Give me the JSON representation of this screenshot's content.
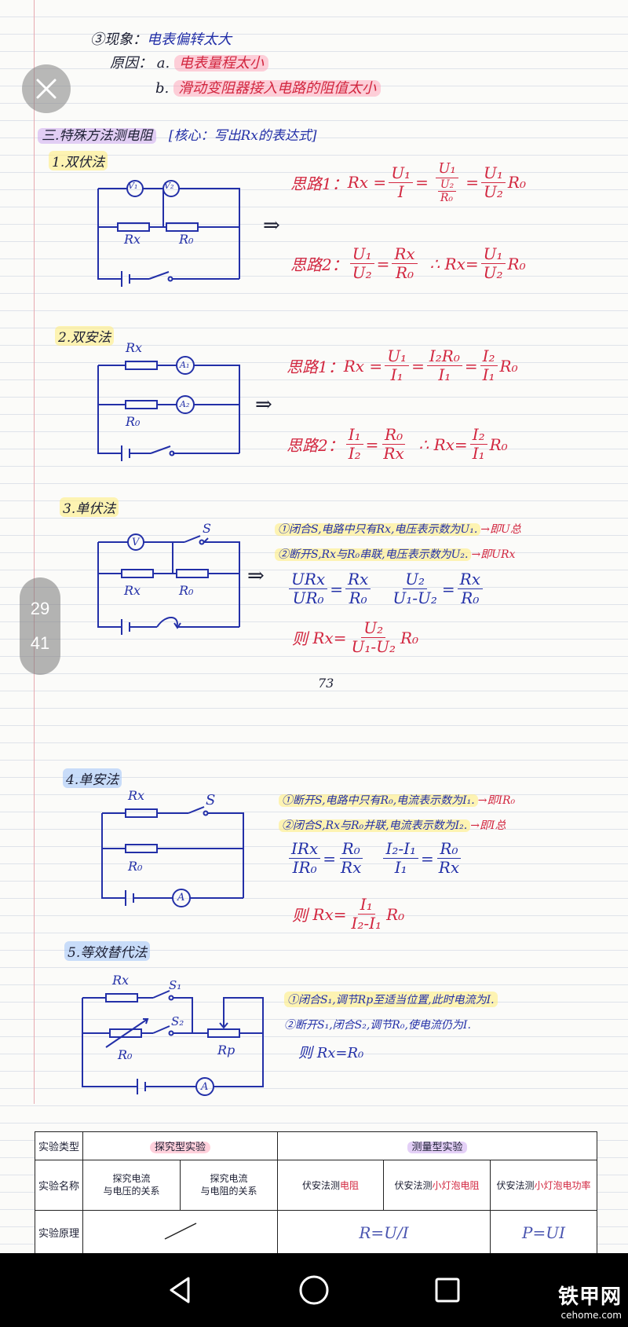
{
  "top": {
    "line1_num": "③现象：",
    "line1_text": "电表偏转太大",
    "line2_label": "原因：",
    "line2_a": "a.",
    "line2_a_text": "电表量程太小",
    "line3_b": "b.",
    "line3_b_text": "滑动变阻器接入电路的阻值太小"
  },
  "section3": {
    "title": "三.特殊方法测电阻",
    "note": "[核心：写出Rx的表达式]"
  },
  "m1": {
    "title": "1.双伏法",
    "v1": "V₁",
    "v2": "V₂",
    "rx": "Rx",
    "r0": "R₀",
    "arrow": "⇒",
    "idea1_label": "思路1：",
    "u1": "U₁",
    "i": "I",
    "u2": "U₂",
    "idea2_label": "思路2：",
    "therefore": "∴"
  },
  "m2": {
    "title": "2.双安法",
    "a1": "A₁",
    "a2": "A₂",
    "rx": "Rx",
    "r0": "R₀",
    "arrow": "⇒",
    "idea1_label": "思路1：",
    "u1": "U₁",
    "i1": "I₁",
    "i2r0": "I₂R₀",
    "i2": "I₂",
    "idea2_label": "思路2：",
    "therefore": "∴"
  },
  "m3": {
    "title": "3.单伏法",
    "v": "V",
    "s": "S",
    "rx": "Rx",
    "r0": "R₀",
    "arrow": "⇒",
    "step1": "①闭合S,电路中只有Rx,电压表示数为U₁.",
    "step1_result": "→即U总",
    "step2": "②断开S,Rx与R₀串联,电压表示数为U₂.",
    "step2_result": "→即URx",
    "urx": "URx",
    "ur0": "UR₀",
    "u2": "U₂",
    "u1_minus_u2": "U₁-U₂",
    "result_label": "则",
    "page_number": "73"
  },
  "m4": {
    "title": "4.单安法",
    "rx": "Rx",
    "s": "S",
    "r0": "R₀",
    "a": "A",
    "step1": "①断开S,电路中只有R₀,电流表示数为I₁.",
    "step1_result": "→即IR₀",
    "step2": "②闭合S,Rx与R₀并联,电流表示数为I₂.",
    "step2_result": "→即I总",
    "irx": "IRx",
    "ir0": "IR₀",
    "i2_minus_i1": "I₂-I₁",
    "i1": "I₁",
    "result_label": "则"
  },
  "m5": {
    "title": "5.等效替代法",
    "rx": "Rx",
    "s1": "S₁",
    "s2": "S₂",
    "r0": "R₀",
    "rp": "Rp",
    "a": "A",
    "step1": "①闭合S₁,调节Rp至适当位置,此时电流为I.",
    "step2": "②断开S₁,闭合S₂,调节R₀,使电流仍为I.",
    "result": "则 Rx=R₀"
  },
  "table": {
    "row1_label": "实验类型",
    "explore": "探究型实验",
    "measure": "测量型实验",
    "row2_label": "实验名称",
    "exp1_a": "探究电流",
    "exp1_b": "与电压的关系",
    "exp2_a": "探究电流",
    "exp2_b": "与电阻的关系",
    "exp3_a": "伏安法测",
    "exp3_b": "电阻",
    "exp4_a": "伏安法测",
    "exp4_b": "小灯泡电阻",
    "exp5_a": "伏安法测",
    "exp5_b": "小灯泡电功率",
    "row3_label": "实验原理",
    "formula_r": "R=U/I",
    "formula_p": "P=UI"
  },
  "overlay": {
    "page_current": "29",
    "page_total": "41"
  },
  "watermark": {
    "cn": "铁甲网",
    "en": "cehome.com"
  }
}
